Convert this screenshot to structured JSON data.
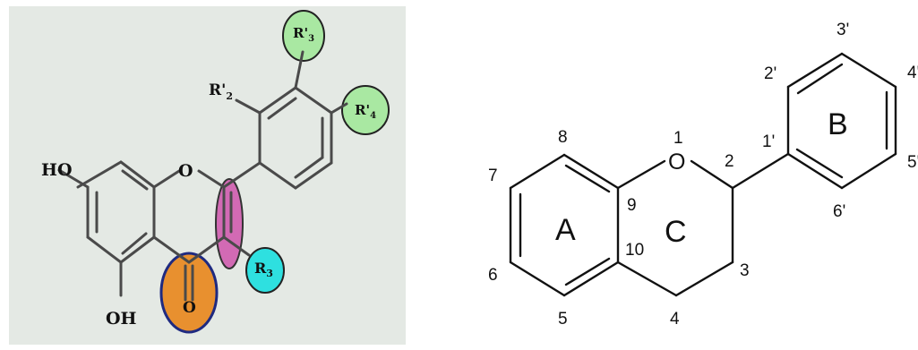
{
  "colors": {
    "panel_bg": "#e4e9e4",
    "highlight_green": "#a9e8a2",
    "highlight_cyan": "#2ee0e0",
    "highlight_pink": "#d26ab4",
    "highlight_orange": "#e8902f",
    "bond": "#4a4a4a"
  },
  "left": {
    "ho_top": "HO",
    "oh_bottom": "OH",
    "ring_oxygen": "O",
    "carbonyl_oxygen": "O",
    "r3_main": "R",
    "r3_sub": "3",
    "r2p_main": "R'",
    "r2p_sub": "2",
    "r3p_main": "R'",
    "r3p_sub": "3",
    "r4p_main": "R'",
    "r4p_sub": "4"
  },
  "right": {
    "ring_a": "A",
    "ring_b": "B",
    "ring_c": "C",
    "oxygen": "O",
    "n1": "1",
    "n2": "2",
    "n3": "3",
    "n4": "4",
    "n5": "5",
    "n6": "6",
    "n7": "7",
    "n8": "8",
    "n9": "9",
    "n10": "10",
    "n1p": "1'",
    "n2p": "2'",
    "n3p": "3'",
    "n4p": "4'",
    "n5p": "5'",
    "n6p": "6'"
  }
}
